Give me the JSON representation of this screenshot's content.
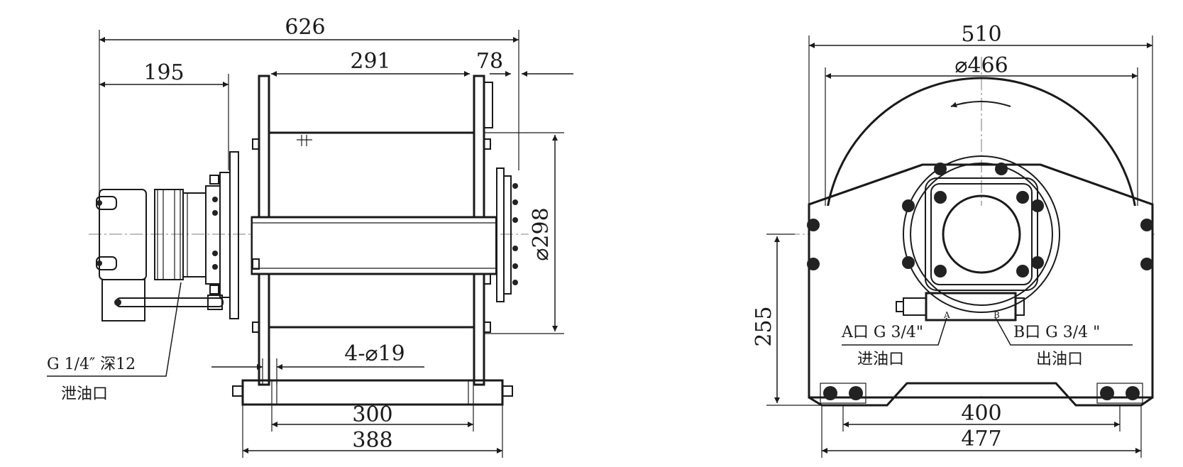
{
  "side_view": {
    "dims": {
      "overall_length": "626",
      "motor_length": "195",
      "drum_length": "291",
      "flange_offset": "78",
      "drum_diameter": "⌀298",
      "base_hole_spacing": "300",
      "base_length": "388",
      "mounting_holes": "4-⌀19"
    },
    "drain_port": {
      "spec": "G 1/4″ 深12",
      "name": "泄油口"
    }
  },
  "front_view": {
    "dims": {
      "overall_width": "510",
      "flange_diameter": "⌀466",
      "center_height": "255",
      "base_hole_spacing": "400",
      "base_width": "477"
    },
    "port_a": {
      "spec": "A口 G 3/4\"",
      "name": "进油口",
      "tag": "A"
    },
    "port_b": {
      "spec": "B口 G 3/4 \"",
      "name": "出油口",
      "tag": "B"
    }
  }
}
